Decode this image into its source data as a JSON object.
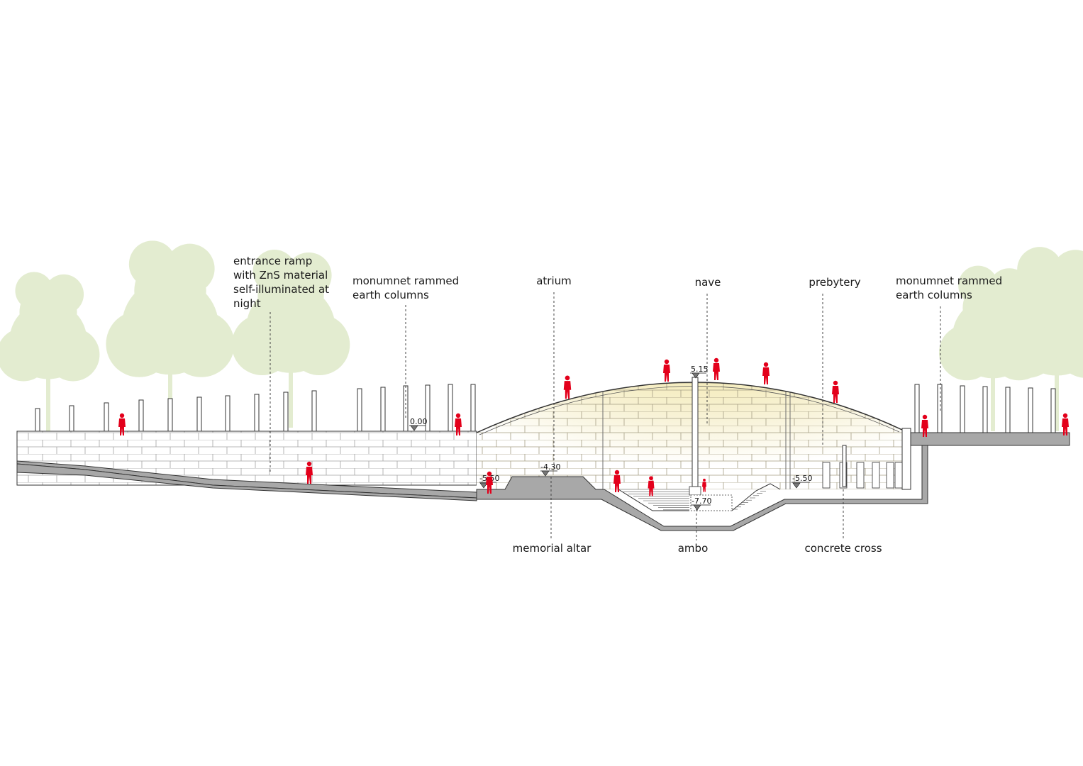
{
  "labels": {
    "entrance_ramp": "entrance ramp\nwith ZnS material\nself-illuminated at\nnight",
    "columns_left": "monumnet rammed\nearth columns",
    "atrium": "atrium",
    "nave": "nave",
    "prebytery": "prebytery",
    "columns_right": "monumnet rammed\nearth columns",
    "memorial_altar": "memorial altar",
    "ambo": "ambo",
    "concrete_cross": "concrete cross"
  },
  "elevations": {
    "ground": "0.00",
    "top": "5.15",
    "altar": "-4.30",
    "floor_left": "-5.50",
    "floor_right": "-5.50",
    "pit": "-7.70"
  },
  "colors": {
    "tree": "#e3ecd0",
    "figure": "#e3001b",
    "wall": "#ffffff",
    "brick_line": "#9a9a9a",
    "ground_fill": "#a8a8a8",
    "vault_light": "#f4ecb6",
    "outline": "#333333"
  }
}
